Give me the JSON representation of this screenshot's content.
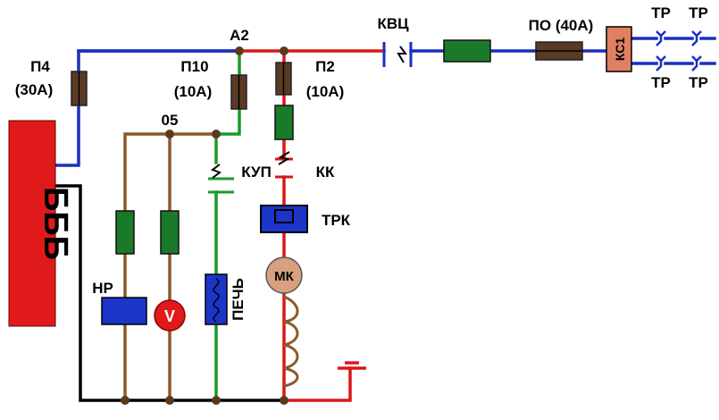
{
  "colors": {
    "positive_wire": "#1a2fc0",
    "brown_wire": "#8b5a2b",
    "green_wire": "#1a9a2a",
    "red_wire": "#d81818",
    "ground_wire": "#000000",
    "battery_fill": "#e01a1a",
    "fuse_fill": "#5a3a25",
    "resistor_fill": "#1a7a2a",
    "relay_fill": "#1a35c8",
    "motor_fill": "#d8a080",
    "contactor_fill": "#e08060",
    "voltmeter_fill": "#e01a1a",
    "junction": "#5a3a1a"
  },
  "labels": {
    "battery": "БББ",
    "fuse_p4_name": "П4",
    "fuse_p4_rating": "(30А)",
    "fuse_p10_name": "П10",
    "fuse_p10_rating": "(10А)",
    "fuse_p2_name": "П2",
    "fuse_p2_rating": "(10А)",
    "node_a2": "А2",
    "node_05": "05",
    "switch_kup": "КУП",
    "switch_kk": "КК",
    "relay_trk": "ТРК",
    "motor": "МК",
    "switch_kvc": "КВЦ",
    "fuse_po": "ПО (40А)",
    "contactor": "КС1",
    "contact_tr_1": "ТР",
    "contact_tr_2": "ТР",
    "contact_tr_3": "ТР",
    "contact_tr_4": "ТР",
    "relay_nr": "НР",
    "voltmeter": "V",
    "heater": "ПЕЧЬ"
  },
  "icons": {
    "battery": "battery-block",
    "fuse": "fuse-symbol",
    "resistor": "resistor-symbol",
    "relay": "relay-coil",
    "motor": "motor-circle",
    "voltmeter": "voltmeter-circle",
    "inductor": "coil-winding",
    "ground": "ground-symbol",
    "switch": "open-contact-switch"
  }
}
